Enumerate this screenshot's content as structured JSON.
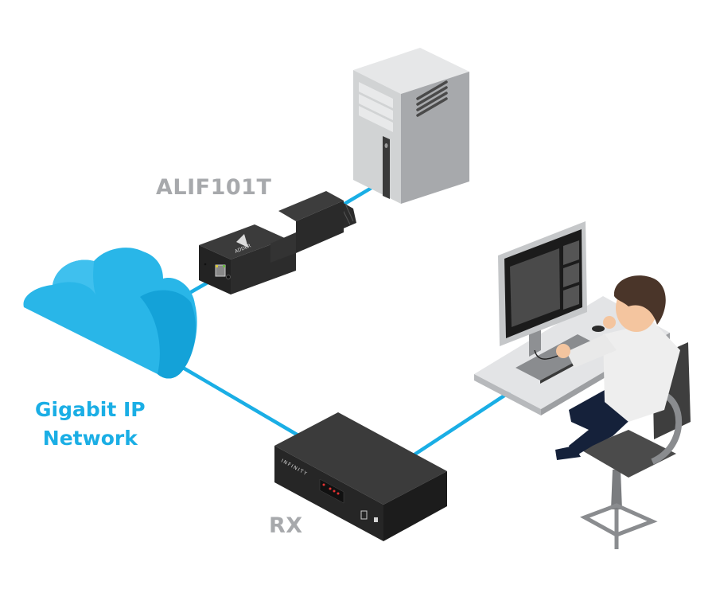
{
  "diagram": {
    "title": "ALIF101T to RX over Gigabit IP Network",
    "labels": {
      "transmitter": "ALIF101T",
      "network_line1": "Gigabit IP",
      "network_line2": "Network",
      "receiver": "RX"
    },
    "device_text": {
      "transmitter_brand": "ADDER",
      "receiver_brand": "INFINITY"
    },
    "nodes": [
      {
        "id": "computer",
        "type": "tower-pc"
      },
      {
        "id": "alif101t",
        "type": "transmitter-dongle",
        "label": "ALIF101T"
      },
      {
        "id": "network",
        "type": "cloud",
        "label": "Gigabit IP Network"
      },
      {
        "id": "rx",
        "type": "receiver-unit",
        "label": "RX"
      },
      {
        "id": "workstation",
        "type": "user-at-desk"
      }
    ],
    "edges": [
      {
        "from": "computer",
        "to": "alif101t"
      },
      {
        "from": "alif101t",
        "to": "network"
      },
      {
        "from": "network",
        "to": "rx"
      },
      {
        "from": "rx",
        "to": "workstation"
      }
    ],
    "colors": {
      "cable": "#1aaee5",
      "cloud": "#29b6e8",
      "cloud_shade": "#14a2d8",
      "label_grey": "#a7a9ac",
      "label_blue": "#1aaee5",
      "device_dark": "#333333"
    }
  }
}
